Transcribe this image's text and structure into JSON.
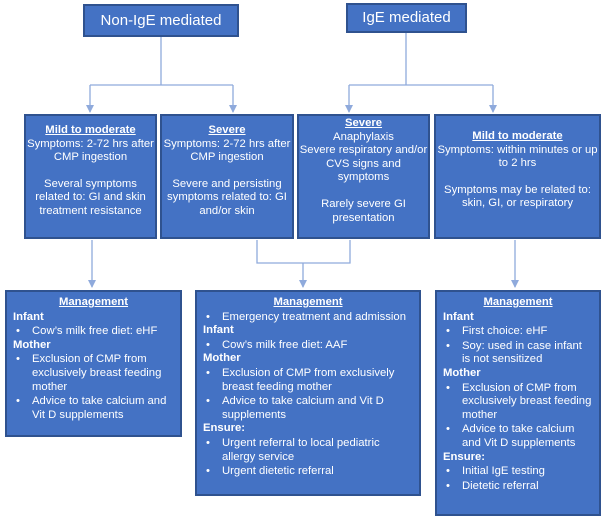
{
  "top": {
    "non_ige": "Non-IgE mediated",
    "ige": "IgE mediated"
  },
  "level2": {
    "nonige_mild": {
      "title": "Mild to moderate",
      "lines": [
        "Symptoms: 2-72 hrs after CMP ingestion",
        "Several symptoms related to: GI and skin treatment resistance"
      ]
    },
    "nonige_severe": {
      "title": "Severe",
      "lines": [
        "Symptoms: 2-72 hrs after CMP ingestion",
        "Severe and persisting symptoms related to: GI and/or skin"
      ]
    },
    "ige_severe": {
      "title": "Severe",
      "lines": [
        "Anaphylaxis",
        "Severe respiratory and/or CVS signs and symptoms",
        "Rarely severe GI presentation"
      ]
    },
    "ige_mild": {
      "title": "Mild to moderate",
      "lines": [
        "Symptoms: within minutes or up to 2 hrs",
        "Symptoms may be related to: skin, GI, or respiratory"
      ]
    }
  },
  "management": {
    "left": {
      "title": "Management",
      "infant_label": "Infant",
      "infant_items": [
        "Cow’s milk free diet: eHF"
      ],
      "mother_label": "Mother",
      "mother_items": [
        "Exclusion of CMP from exclusively breast feeding mother",
        "Advice to take calcium and Vit D supplements"
      ]
    },
    "middle": {
      "title": "Management",
      "pre_items": [
        "Emergency treatment and admission"
      ],
      "infant_label": "Infant",
      "infant_items": [
        "Cow’s milk free diet: AAF"
      ],
      "mother_label": "Mother",
      "mother_items": [
        "Exclusion of CMP from exclusively breast feeding mother",
        "Advice to take calcium and Vit D supplements"
      ],
      "ensure_label": "Ensure:",
      "ensure_items": [
        "Urgent referral to local pediatric allergy service",
        "Urgent dietetic referral"
      ]
    },
    "right": {
      "title": "Management",
      "infant_label": "Infant",
      "infant_items": [
        "First choice: eHF",
        "Soy: used in case infant is not sensitized"
      ],
      "mother_label": "Mother",
      "mother_items": [
        "Exclusion of CMP from exclusively breast feeding mother",
        "Advice to take calcium and Vit D supplements"
      ],
      "ensure_label": "Ensure:",
      "ensure_items": [
        "Initial IgE testing",
        "Dietetic referral"
      ]
    }
  },
  "colors": {
    "box_fill": "#4472c4",
    "box_border": "#2f528f",
    "connector": "#8faadc",
    "text": "#ffffff"
  }
}
